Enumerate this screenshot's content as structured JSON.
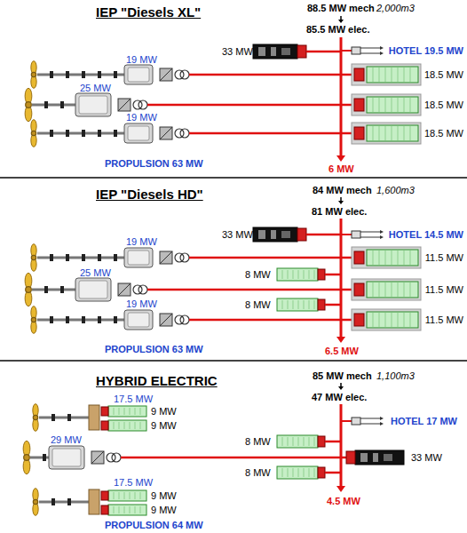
{
  "diagram": {
    "nodes": [
      {
        "text": [
          "IEP \"Diesels XL\""
        ]
      },
      {
        "text": [
          "IEP \"Diesels HD\""
        ]
      },
      {
        "text": [
          "HYBRID ELECTRIC"
        ]
      }
    ],
    "labels": [
      "88.5 MW mech",
      "2,000m3",
      "85.5 MW elec.",
      "33 MW",
      "HOTEL 19.5 MW",
      "19 MW",
      "18.5 MW",
      "25 MW",
      "18.5 MW",
      "19 MW",
      "18.5 MW",
      "PROPULSION 63 MW",
      "6 MW",
      "84 MW mech",
      "1,600m3",
      "81 MW elec.",
      "33 MW",
      "HOTEL 14.5 MW",
      "19 MW",
      "11.5 MW",
      "8 MW",
      "25 MW",
      "11.5 MW",
      "19 MW",
      "8 MW",
      "11.5 MW",
      "PROPULSION 63 MW",
      "6.5 MW",
      "85 MW mech",
      "1,100m3",
      "47 MW elec.",
      "17.5 MW",
      "9 MW",
      "9 MW",
      "HOTEL 17 MW",
      "8 MW",
      "29 MW",
      "33 MW",
      "8 MW",
      "17.5 MW",
      "9 MW",
      "9 MW",
      "PROPULSION 64 MW",
      "4.5 MW"
    ]
  }
}
